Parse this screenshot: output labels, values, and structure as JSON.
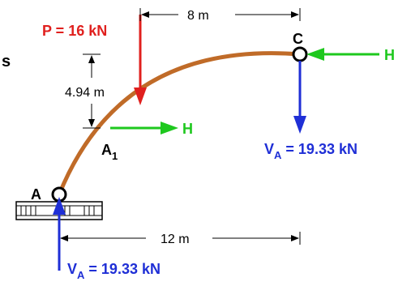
{
  "labels": {
    "load": "P = 16 kN",
    "edge_fragment": "s",
    "point_a": "A",
    "point_a1_main": "A",
    "point_a1_sub": "1",
    "point_c": "C",
    "thrust_right": "H",
    "thrust_mid": "H",
    "reaction_c_main": "V",
    "reaction_c_sub": "A",
    "reaction_c_value": " = 19.33 kN",
    "reaction_a_main": "V",
    "reaction_a_sub": "A",
    "reaction_a_value": " = 19.33 kN"
  },
  "dimensions": {
    "top_span": "8 m",
    "height": "4.94 m",
    "bottom_span": "12 m"
  },
  "colors": {
    "arch": "#c06b28",
    "load": "#e0201e",
    "horizontal_force": "#1ec81e",
    "vertical_reaction": "#1f2fd6",
    "line": "#000000"
  }
}
